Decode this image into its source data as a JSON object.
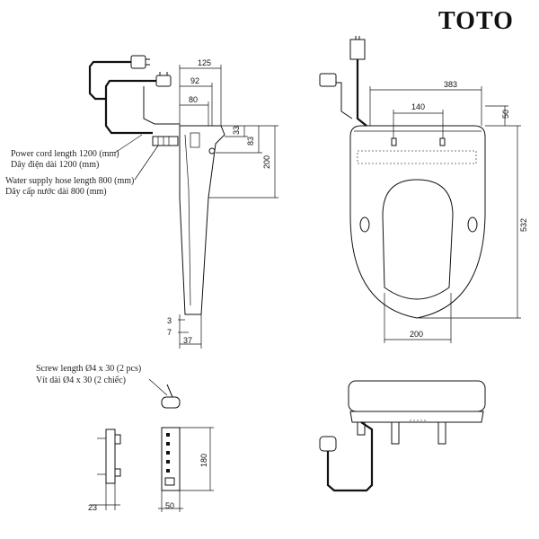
{
  "brand": "TOTO",
  "notes": {
    "power_cord_en": "Power cord length 1200 (mm)",
    "power_cord_vi": "Dây điện dài 1200 (mm)",
    "water_hose_en": "Water supply hose length 800 (mm)",
    "water_hose_vi": "Dây cấp nước dài 800 (mm)",
    "screw_en": "Screw length Ø4 x 30 (2 pcs)",
    "screw_vi": "Vít dài Ø4 x 30 (2 chiếc)"
  },
  "dimensions": {
    "side_125": "125",
    "side_92": "92",
    "side_80": "80",
    "side_33": "33",
    "side_83": "83",
    "side_200": "200",
    "side_3": "3",
    "side_7": "7",
    "side_37": "37",
    "top_383": "383",
    "top_140": "140",
    "top_50": "50",
    "top_532": "532",
    "top_200": "200",
    "bracket_23": "23",
    "bracket_50": "50",
    "bracket_180": "180"
  }
}
